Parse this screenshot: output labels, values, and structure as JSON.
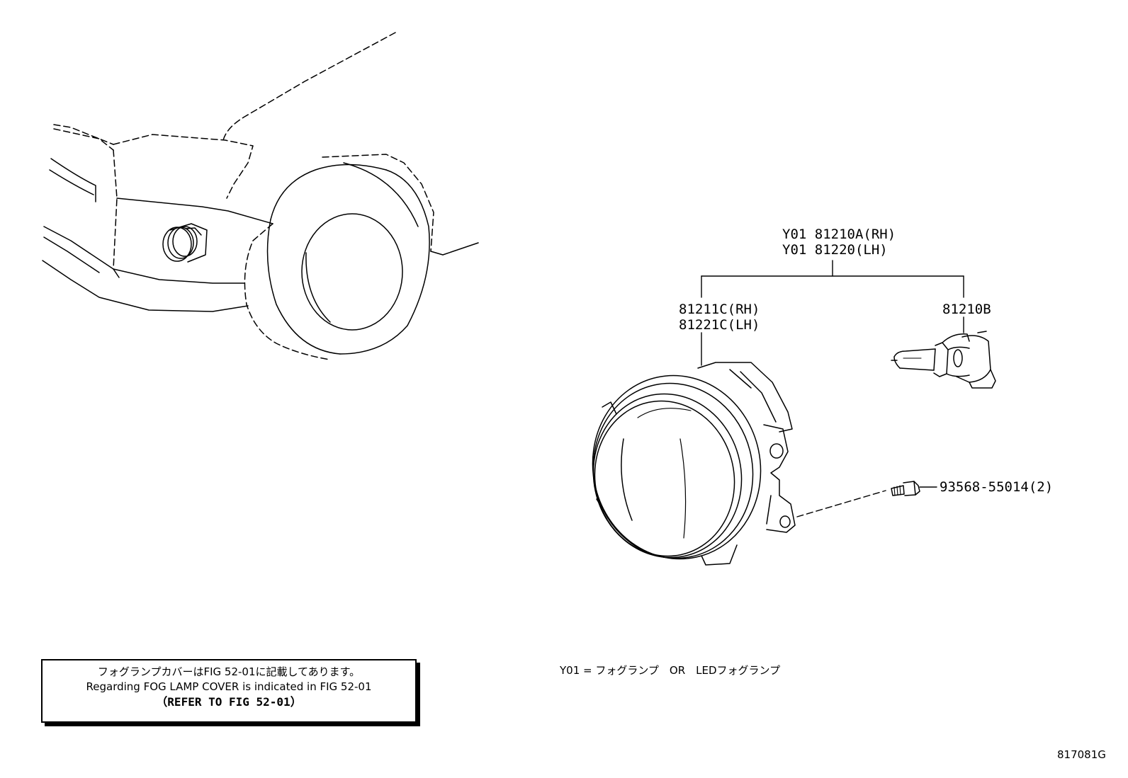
{
  "callouts": {
    "assembly_rh": "Y01 81210A(RH)",
    "assembly_lh": "Y01 81220(LH)",
    "lamp_rh": "81211C(RH)",
    "lamp_lh": "81221C(LH)",
    "bulb": "81210B",
    "screw": "93568-55014(2)"
  },
  "note": {
    "line1": "フォグランプカバーはFIG 52-01に記載してあります。",
    "line2": "Regarding FOG LAMP COVER is indicated in FIG 52-01",
    "line3": "（REFER TO FIG 52-01）"
  },
  "legend": "Y01 = フォグランプ　OR　LEDフォグランプ",
  "figure_id": "817081G",
  "icons": {
    "vehicle": "vehicle-front-corner-icon",
    "fog_lamp": "fog-lamp-icon",
    "bulb": "bulb-icon",
    "screw": "screw-icon"
  }
}
